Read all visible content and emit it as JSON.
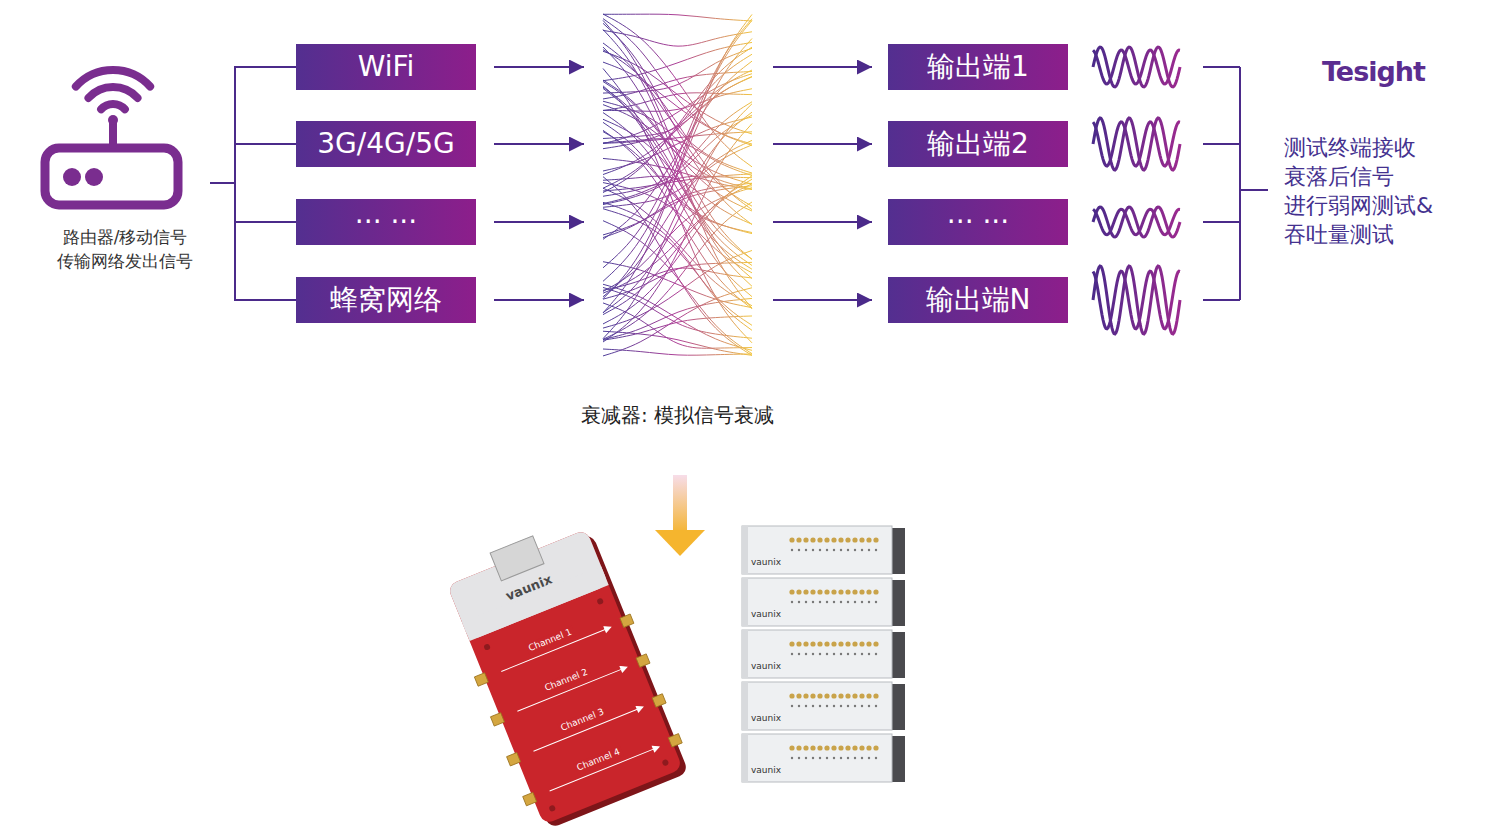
{
  "diagram": {
    "nodes": [
      {
        "text": [
          "路由器/移动信号 传输网络发出信号"
        ]
      },
      {
        "text": [
          "WiFi"
        ]
      },
      {
        "text": [
          "3G/4G/5G"
        ]
      },
      {
        "text": [
          "··· ···"
        ]
      },
      {
        "text": [
          "蜂窝网络"
        ]
      },
      {
        "text": [
          "衰减器: 模拟信号衰减"
        ]
      },
      {
        "text": [
          "输出端1"
        ]
      },
      {
        "text": [
          "输出端2"
        ]
      },
      {
        "text": [
          "··· ···"
        ]
      },
      {
        "text": [
          "输出端N"
        ]
      }
    ],
    "edges": [
      {
        "from": 0,
        "to": 1,
        "arrow": "none"
      },
      {
        "from": 0,
        "to": 2,
        "arrow": "none"
      },
      {
        "from": 0,
        "to": 3,
        "arrow": "none"
      },
      {
        "from": 0,
        "to": 4,
        "arrow": "none"
      },
      {
        "from": 1,
        "to": 5,
        "arrow": "to"
      },
      {
        "from": 2,
        "to": 5,
        "arrow": "to"
      },
      {
        "from": 3,
        "to": 5,
        "arrow": "to"
      },
      {
        "from": 4,
        "to": 5,
        "arrow": "to"
      },
      {
        "from": 5,
        "to": 6,
        "arrow": "to"
      },
      {
        "from": 5,
        "to": 7,
        "arrow": "to"
      },
      {
        "from": 5,
        "to": 8,
        "arrow": "to"
      },
      {
        "from": 5,
        "to": 9,
        "arrow": "to"
      }
    ],
    "labels": [
      "测试终端接收 衰落后信号 进行弱网测试& 吞吐量测试",
      "Tesight",
      "vaunix",
      "Channel 1",
      "Channel 2",
      "Channel 3",
      "Channel 4",
      "vaunix",
      "vaunix",
      "vaunix",
      "vaunix",
      "vaunix"
    ]
  }
}
